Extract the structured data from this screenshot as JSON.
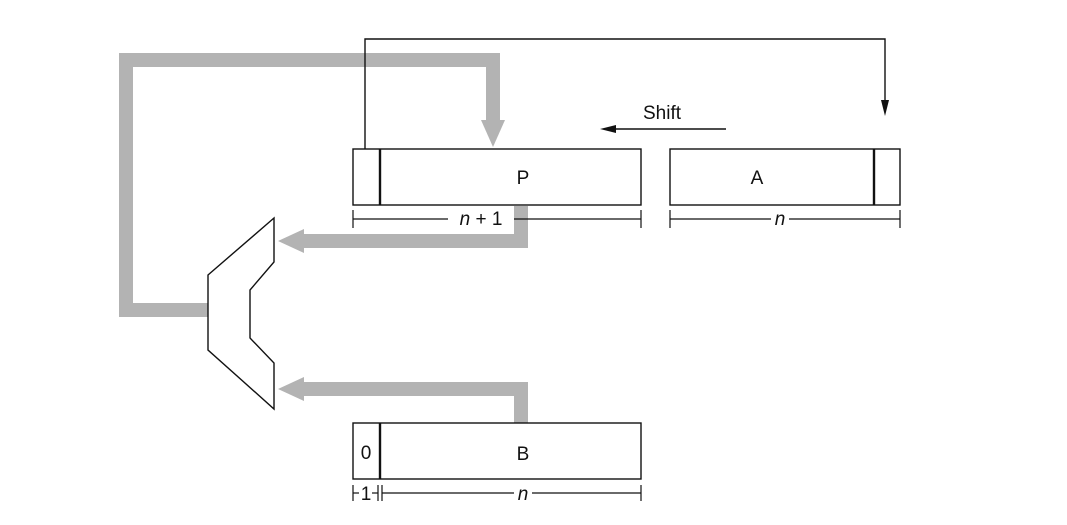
{
  "registers": {
    "p": {
      "label": "P"
    },
    "a": {
      "label": "A"
    },
    "b": {
      "label": "B",
      "sign_bit": "0"
    }
  },
  "shift": {
    "label": "Shift"
  },
  "dimensions": {
    "p_width": {
      "var": "n",
      "suffix": " + 1"
    },
    "a_width": {
      "var": "n"
    },
    "b_sign_width": "1",
    "b_width": {
      "var": "n"
    }
  },
  "colors": {
    "datapath": "#b3b3b3",
    "line": "#111111",
    "background": "#ffffff"
  }
}
